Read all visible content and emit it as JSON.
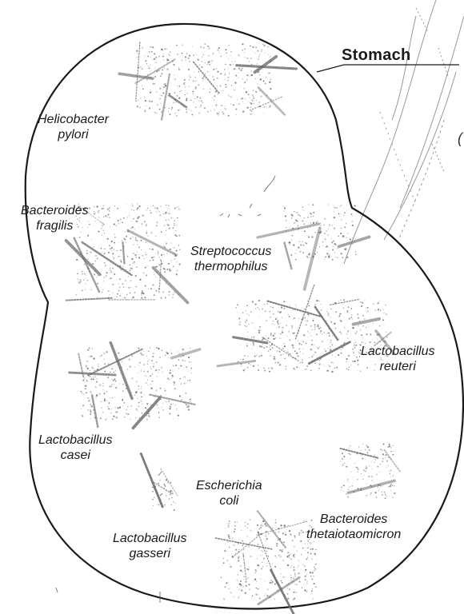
{
  "organ_label": "Stomach",
  "cropped_label_glyph": "(",
  "bacteria": [
    {
      "id": "helicobacter-pylori",
      "line1": "Helicobacter",
      "line2": "pylori"
    },
    {
      "id": "bacteroides-fragilis",
      "line1": "Bacteroides",
      "line2": "fragilis"
    },
    {
      "id": "streptococcus-thermophilus",
      "line1": "Streptococcus",
      "line2": "thermophilus"
    },
    {
      "id": "lactobacillus-reuteri",
      "line1": "Lactobacillus",
      "line2": "reuteri"
    },
    {
      "id": "lactobacillus-casei",
      "line1": "Lactobacillus",
      "line2": "casei"
    },
    {
      "id": "escherichia-coli",
      "line1": "Escherichia",
      "line2": "coli"
    },
    {
      "id": "bacteroides-thetaiotaomicron",
      "line1": "Bacteroides",
      "line2": "thetaiotaomicron"
    },
    {
      "id": "lactobacillus-gasseri",
      "line1": "Lactobacillus",
      "line2": "gasseri"
    }
  ],
  "colors": {
    "ink": "#1a1a1a",
    "stipple": "#6b6b6b",
    "background": "#ffffff"
  }
}
